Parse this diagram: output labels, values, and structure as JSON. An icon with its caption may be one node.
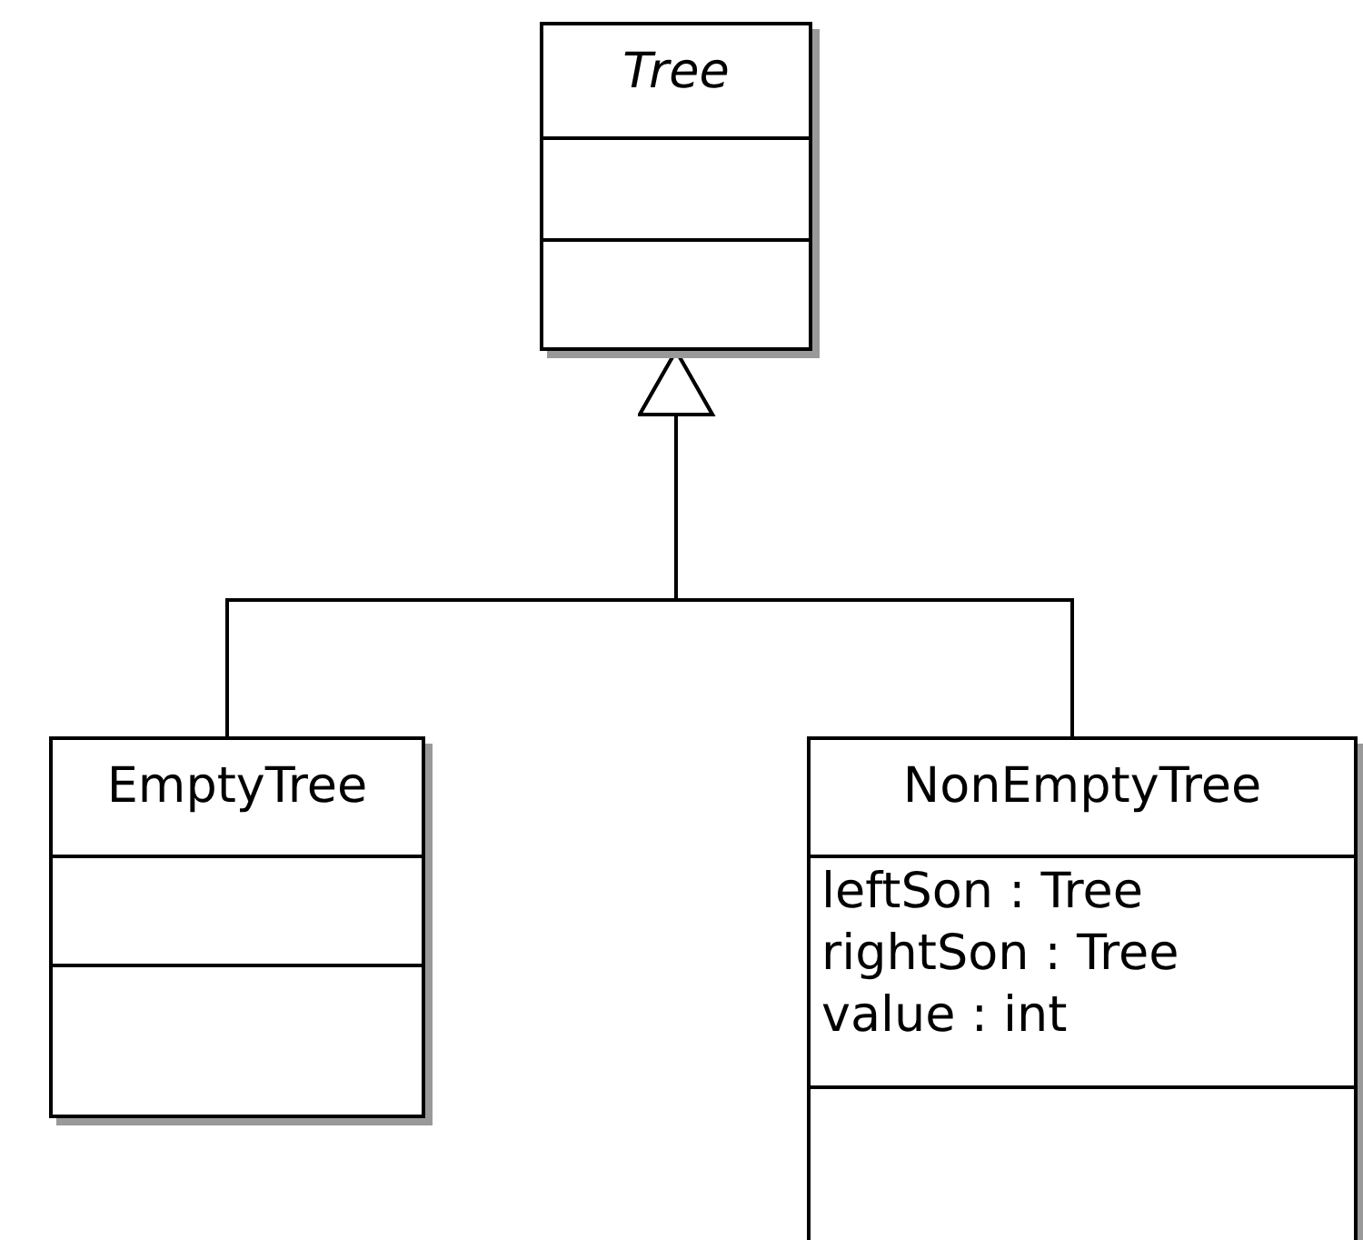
{
  "diagram": {
    "nodes": [
      {
        "text": [
          "Tree"
        ]
      },
      {
        "text": [
          "EmptyTree"
        ]
      },
      {
        "text": [
          "NonEmptyTree",
          "leftSon : Tree",
          "rightSon : Tree",
          "value : int"
        ]
      }
    ],
    "edges": [
      {
        "from": 1,
        "to": 0,
        "arrow": "to"
      },
      {
        "from": 2,
        "to": 0,
        "arrow": "to"
      }
    ]
  }
}
